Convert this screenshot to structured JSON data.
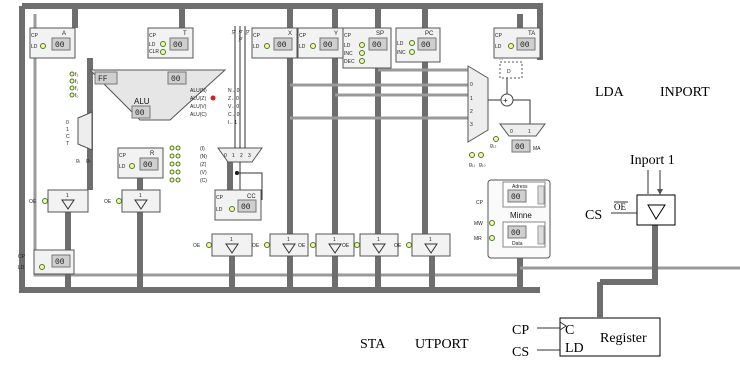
{
  "registers": {
    "A": {
      "name": "A",
      "value": "00",
      "cp": "CP",
      "ld": "LD"
    },
    "T": {
      "name": "T",
      "value": "00",
      "cp": "CP",
      "ld": "LD",
      "clr": "CLR"
    },
    "X": {
      "name": "X",
      "value": "00",
      "cp": "CP",
      "ld": "LD"
    },
    "Y": {
      "name": "Y",
      "value": "00",
      "cp": "CP",
      "ld": "LD"
    },
    "SP": {
      "name": "SP",
      "value": "00",
      "cp": "CP",
      "ld": "LD",
      "inc": "INC",
      "dec": "DEC"
    },
    "PC": {
      "name": "PC",
      "value": "00",
      "ld": "LD",
      "inc": "INC"
    },
    "TA": {
      "name": "TA",
      "value": "00",
      "cp": "CP",
      "ld": "LD"
    },
    "R": {
      "name": "R",
      "value": "00",
      "cp": "CP",
      "ld": "LD"
    },
    "CC": {
      "name": "CC",
      "value": "00",
      "cp": "CP",
      "ld": "LD"
    },
    "OUT": {
      "value": "00",
      "cp": "CP",
      "ld": "LD"
    }
  },
  "alu": {
    "label": "ALU",
    "ff": "FF",
    "ff_value": "00",
    "ff_right": "00",
    "value": "00",
    "inputs": [
      "f₃",
      "f₂",
      "f₁",
      "f₀"
    ],
    "flags": [
      "ALU(N)",
      "ALU(Z)",
      "ALU(V)",
      "ALU(C)"
    ],
    "consts": [
      "N←0",
      "Z←0",
      "V←0",
      "C←0",
      "I←1"
    ],
    "shift_labels": [
      "g₁",
      "g₀"
    ]
  },
  "memory": {
    "address_label": "Adress",
    "address_value": "00",
    "name": "Minne",
    "data_label": "Data",
    "data_value": "00",
    "mw": "MW",
    "mr": "MR",
    "cp": "CP",
    "ma": "MA"
  },
  "mux": {
    "inputs": [
      "0",
      "1",
      "2",
      "3"
    ],
    "select": [
      "g₁₁",
      "g₁₀"
    ],
    "ta_select": "g₁₂",
    "d_label": "D",
    "ta_inputs": [
      "0",
      "1"
    ],
    "dots": "..."
  },
  "cc_mux": {
    "inputs": [
      "0",
      "1",
      "2",
      "3"
    ],
    "top_labels": [
      "b₇",
      "b₇..b₀",
      "b₀"
    ]
  },
  "r_flags": [
    "(I)",
    "(N)",
    "(Z)",
    "(V)",
    "(C)"
  ],
  "buffers": {
    "glyph": "1",
    "oe": "OE"
  },
  "annotations": {
    "lda": "LDA",
    "inport": "INPORT",
    "sta": "STA",
    "utport": "UTPORT"
  },
  "inport_box": {
    "title": "Inport 1",
    "cs": "CS",
    "oe": "OE"
  },
  "register_box": {
    "title": "Register",
    "cp": "CP",
    "cs": "CS",
    "c": "C",
    "ld": "LD"
  }
}
